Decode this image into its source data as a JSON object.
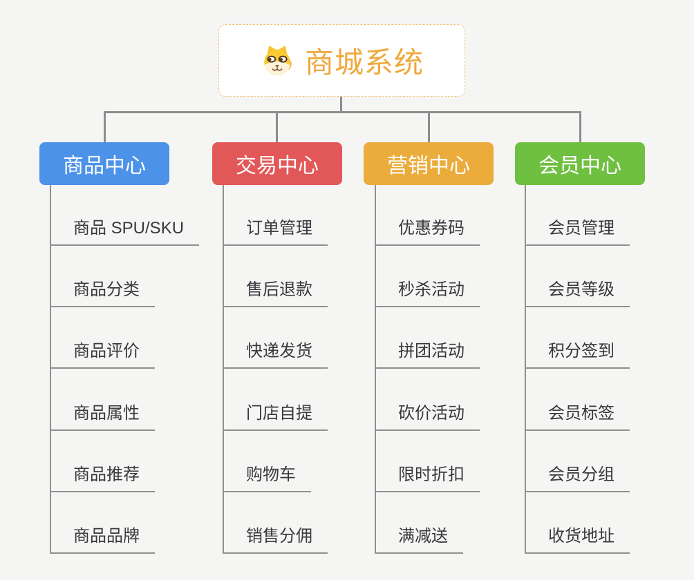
{
  "root": {
    "title": "商城系统",
    "icon": "dog-face-icon"
  },
  "branches": [
    {
      "label": "商品中心",
      "color": "#4b92e8",
      "items": [
        "商品 SPU/SKU",
        "商品分类",
        "商品评价",
        "商品属性",
        "商品推荐",
        "商品品牌"
      ]
    },
    {
      "label": "交易中心",
      "color": "#e25858",
      "items": [
        "订单管理",
        "售后退款",
        "快递发货",
        "门店自提",
        "购物车",
        "销售分佣"
      ]
    },
    {
      "label": "营销中心",
      "color": "#ebac3c",
      "items": [
        "优惠券码",
        "秒杀活动",
        "拼团活动",
        "砍价活动",
        "限时折扣",
        "满减送"
      ]
    },
    {
      "label": "会员中心",
      "color": "#6fbf40",
      "items": [
        "会员管理",
        "会员等级",
        "积分签到",
        "会员标签",
        "会员分组",
        "收货地址"
      ]
    }
  ],
  "colors": {
    "background": "#f5f5f4",
    "connector": "#8c8c8c",
    "root_border": "#f2c178",
    "root_title": "#efa93f",
    "leaf_text": "#36393d"
  }
}
